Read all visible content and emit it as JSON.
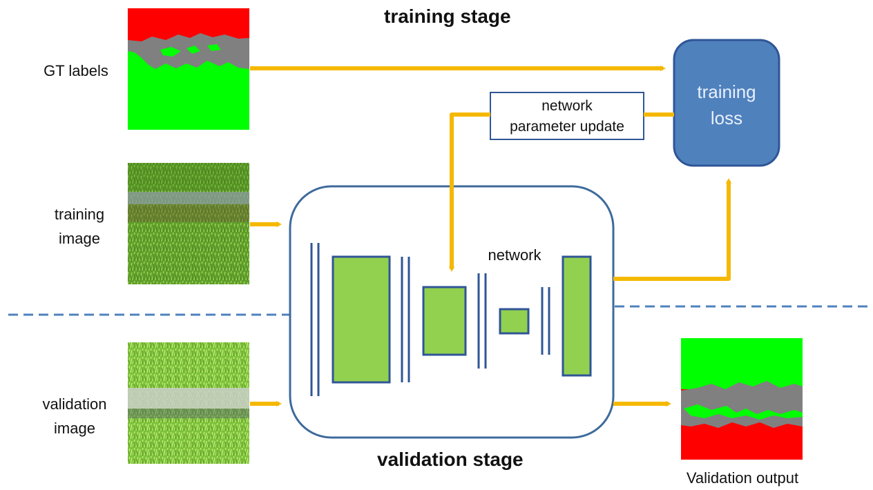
{
  "titles": {
    "training": "training stage",
    "validation": "validation stage"
  },
  "labels": {
    "gt_labels": "GT labels",
    "training_image_l1": "training",
    "training_image_l2": "image",
    "validation_image_l1": "validation",
    "validation_image_l2": "image",
    "network": "network",
    "validation_output": "Validation output"
  },
  "update_box": {
    "line1": "network",
    "line2": "parameter update"
  },
  "loss_box": {
    "line1": "training",
    "line2": "loss"
  },
  "colors": {
    "arrow": "#f5b800",
    "network_border": "#3d6a9b",
    "layer_fill": "#92d050",
    "layer_border": "#2f5597",
    "loss_fill": "#4f81bd",
    "divider": "#4f81bd",
    "class_red": "#ff0000",
    "class_green": "#00ff00",
    "class_gray": "#808080"
  }
}
